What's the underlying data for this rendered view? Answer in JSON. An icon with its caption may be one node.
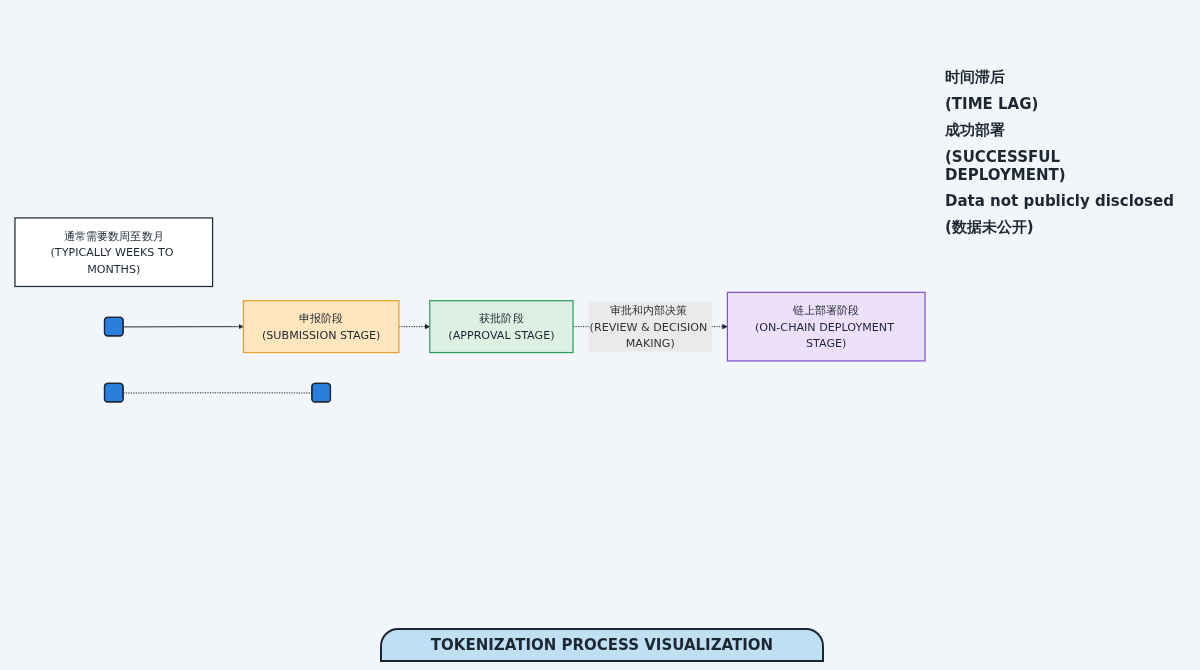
{
  "diagram": {
    "caption": "TOKENIZATION PROCESS VISUALIZATION",
    "nodes": [
      {
        "text": [
          "申报阶段",
          "(SUBMISSION STAGE)"
        ]
      },
      {
        "text": [
          "获批阶段",
          "(APPROVAL STAGE)"
        ]
      },
      {
        "text": [
          "链上部署阶段",
          "(ON-CHAIN DEPLOYMENT STAGE)"
        ]
      },
      {
        "text": [
          "通常需要数周至数月",
          "(TYPICALLY WEEKS TO MONTHS)"
        ]
      },
      {
        "text": [],
        "shape": "bar"
      },
      {
        "text": [],
        "shape": "bar"
      },
      {
        "text": [],
        "shape": "bar"
      }
    ],
    "edges": [
      {
        "from": 4,
        "to": 0,
        "arrow": "to"
      },
      {
        "from": 0,
        "to": 1,
        "arrow": "to",
        "style": "dashed"
      },
      {
        "from": 1,
        "to": 2,
        "arrow": "to",
        "style": "dashed",
        "label": "审批和内部决策 (REVIEW & DECISION MAKING)"
      },
      {
        "from": 5,
        "to": 6,
        "arrow": "none",
        "style": "dashed"
      }
    ],
    "labels": [
      "时间滞后",
      "(TIME LAG)",
      "成功部署",
      "(SUCCESSFUL DEPLOYMENT)",
      "Data not publicly disclosed",
      "(数据未公开)"
    ]
  }
}
